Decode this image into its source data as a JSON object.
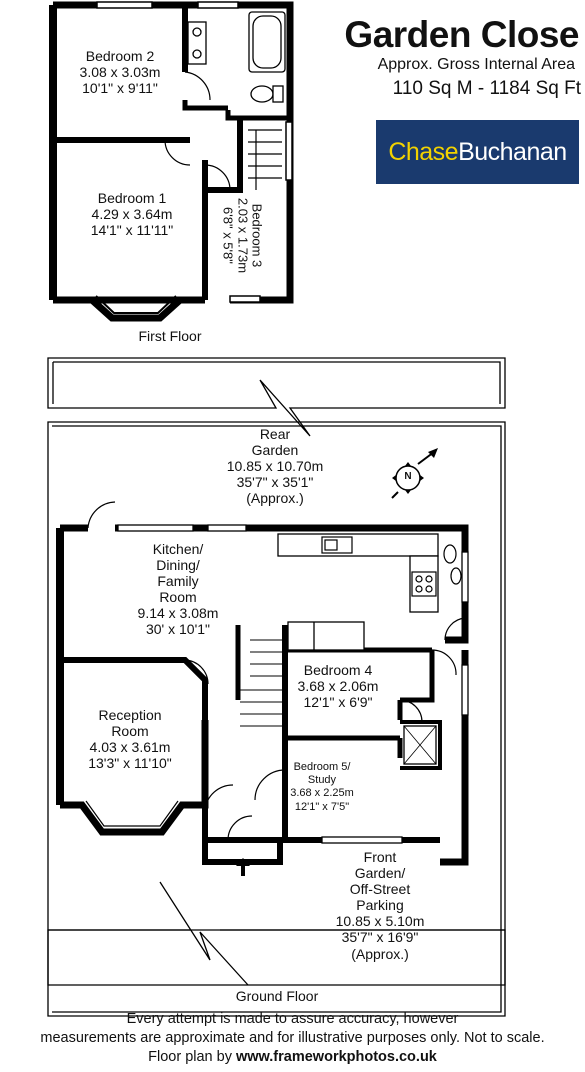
{
  "header": {
    "title": "Garden Close",
    "subtitle": "Approx. Gross Internal Area",
    "area": "110 Sq M  -  1184 Sq Ft"
  },
  "logo": {
    "part1": "Chase",
    "part2": "Buchanan",
    "bg": "#1a3a6e",
    "accent": "#f2d200"
  },
  "first_floor": {
    "label": "First Floor",
    "rooms": [
      {
        "name": "Bedroom 2",
        "metric": "3.08 x 3.03m",
        "imperial": "10'1\" x 9'11\""
      },
      {
        "name": "Bedroom 1",
        "metric": "4.29 x 3.64m",
        "imperial": "14'1\" x 11'11\""
      },
      {
        "name": "Bedroom 3",
        "metric": "2.03 x 1.73m",
        "imperial": "6'8\" x 5'8\""
      }
    ]
  },
  "ground_floor": {
    "label": "Ground Floor",
    "rear_garden": {
      "name1": "Rear",
      "name2": "Garden",
      "metric": "10.85 x 10.70m",
      "imperial": "35'7\" x 35'1\"",
      "note": "(Approx.)"
    },
    "kitchen": {
      "l1": "Kitchen/",
      "l2": "Dining/",
      "l3": "Family",
      "l4": "Room",
      "metric": "9.14 x 3.08m",
      "imperial": "30' x 10'1\""
    },
    "bedroom4": {
      "name": "Bedroom 4",
      "metric": "3.68 x 2.06m",
      "imperial": "12'1\" x 6'9\""
    },
    "reception": {
      "l1": "Reception",
      "l2": "Room",
      "metric": "4.03 x 3.61m",
      "imperial": "13'3\" x 11'10\""
    },
    "bedroom5": {
      "l1": "Bedroom 5/",
      "l2": "Study",
      "metric": "3.68 x 2.25m",
      "imperial": "12'1\" x 7'5\""
    },
    "front_garden": {
      "l1": "Front",
      "l2": "Garden/",
      "l3": "Off-Street",
      "l4": "Parking",
      "metric": "10.85 x 5.10m",
      "imperial": "35'7\" x 16'9\"",
      "note": "(Approx.)"
    },
    "compass": "N"
  },
  "footer": {
    "line1": "Every attempt is made to assure accuracy, however",
    "line2": "measurements are approximate and for illustrative purposes only. Not to scale.",
    "line3_prefix": "Floor plan by",
    "line3_link": "www.frameworkphotos.co.uk"
  },
  "icons": [
    "compass-icon",
    "entrance-arrow-icon",
    "bath-icon",
    "toilet-icon",
    "sink-icon",
    "hob-icon",
    "shower-icon"
  ]
}
